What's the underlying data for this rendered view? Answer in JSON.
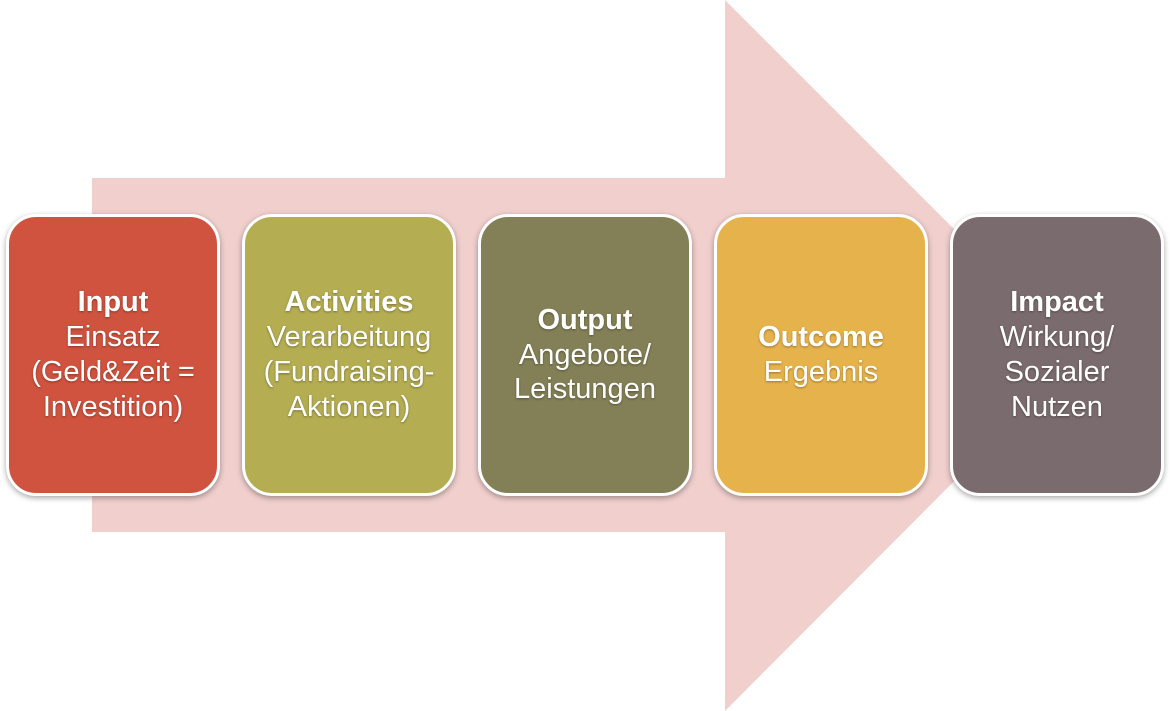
{
  "colors": {
    "arrow": "#f0cfcd",
    "input": "#cf533f",
    "activities": "#b4ad52",
    "output": "#837f56",
    "outcome": "#e6b24b",
    "impact": "#7a6b6e"
  },
  "stages": [
    {
      "title": "Input",
      "desc": "Einsatz\n(Geld&Zeit =\nInvestition)"
    },
    {
      "title": "Activities",
      "desc": "Verarbeitung\n(Fundraising-\nAktionen)"
    },
    {
      "title": "Output",
      "desc": "Angebote/\nLeistungen"
    },
    {
      "title": "Outcome",
      "desc": "Ergebnis"
    },
    {
      "title": "Impact",
      "desc": "Wirkung/\nSozialer\nNutzen"
    }
  ]
}
